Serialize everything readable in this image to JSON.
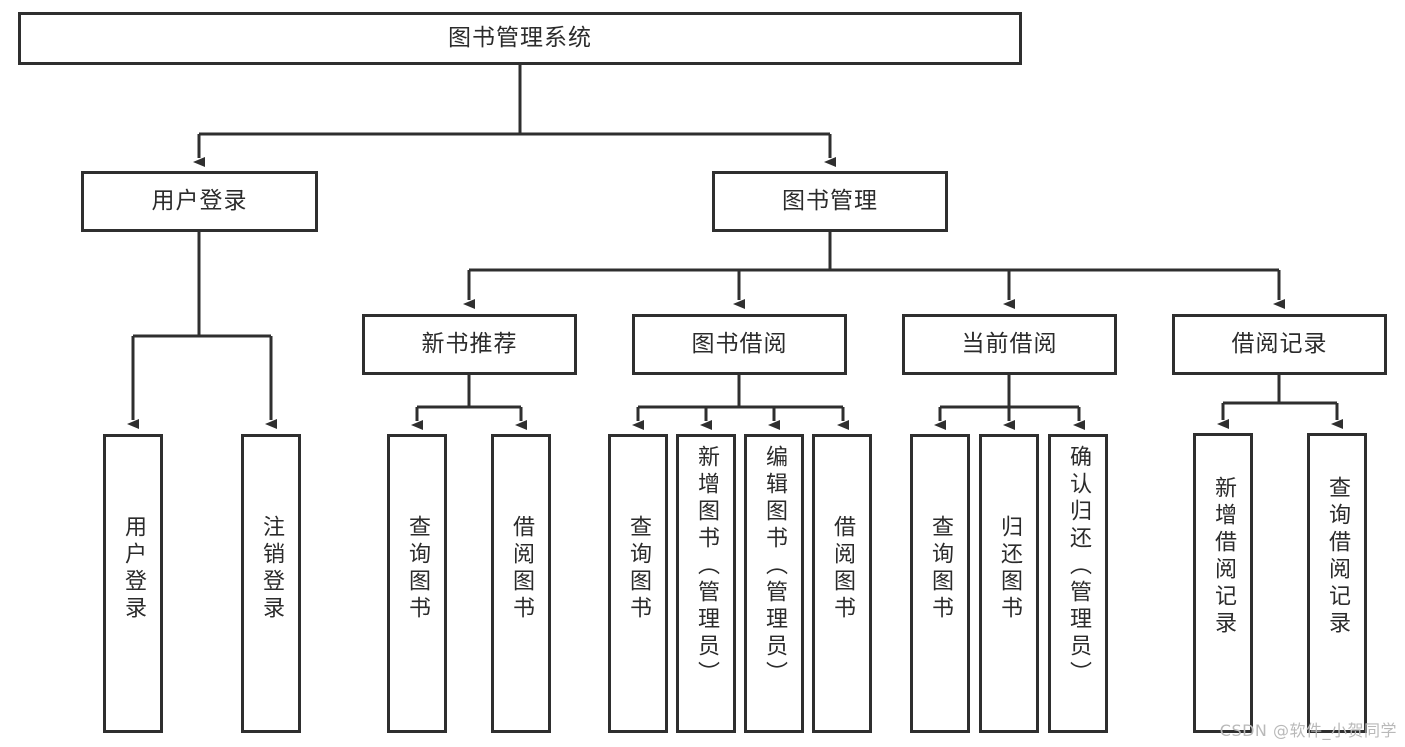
{
  "diagram": {
    "title": "图书管理系统",
    "watermark": "CSDN @软件_小贺同学",
    "colors": {
      "stroke": "#2f2f2f",
      "text": "#2b2b2b",
      "background": "#ffffff",
      "watermark": "#b9b9b9"
    },
    "levels": {
      "root": {
        "label": "图书管理系统"
      },
      "level2": [
        {
          "label": "用户登录"
        },
        {
          "label": "图书管理"
        }
      ],
      "level3": [
        {
          "label": "新书推荐"
        },
        {
          "label": "图书借阅"
        },
        {
          "label": "当前借阅"
        },
        {
          "label": "借阅记录"
        }
      ],
      "leaves": {
        "user_login": [
          {
            "label": "用户登录"
          },
          {
            "label": "注销登录"
          }
        ],
        "new_book_recommend": [
          {
            "label": "查询图书"
          },
          {
            "label": "借阅图书"
          }
        ],
        "book_borrow": [
          {
            "label": "查询图书"
          },
          {
            "label": "新增图书（管理员）"
          },
          {
            "label": "编辑图书（管理员）"
          },
          {
            "label": "借阅图书"
          }
        ],
        "current_borrow": [
          {
            "label": "查询图书"
          },
          {
            "label": "归还图书"
          },
          {
            "label": "确认归还（管理员）"
          }
        ],
        "borrow_record": [
          {
            "label": "新增借阅记录"
          },
          {
            "label": "查询借阅记录"
          }
        ]
      }
    }
  }
}
